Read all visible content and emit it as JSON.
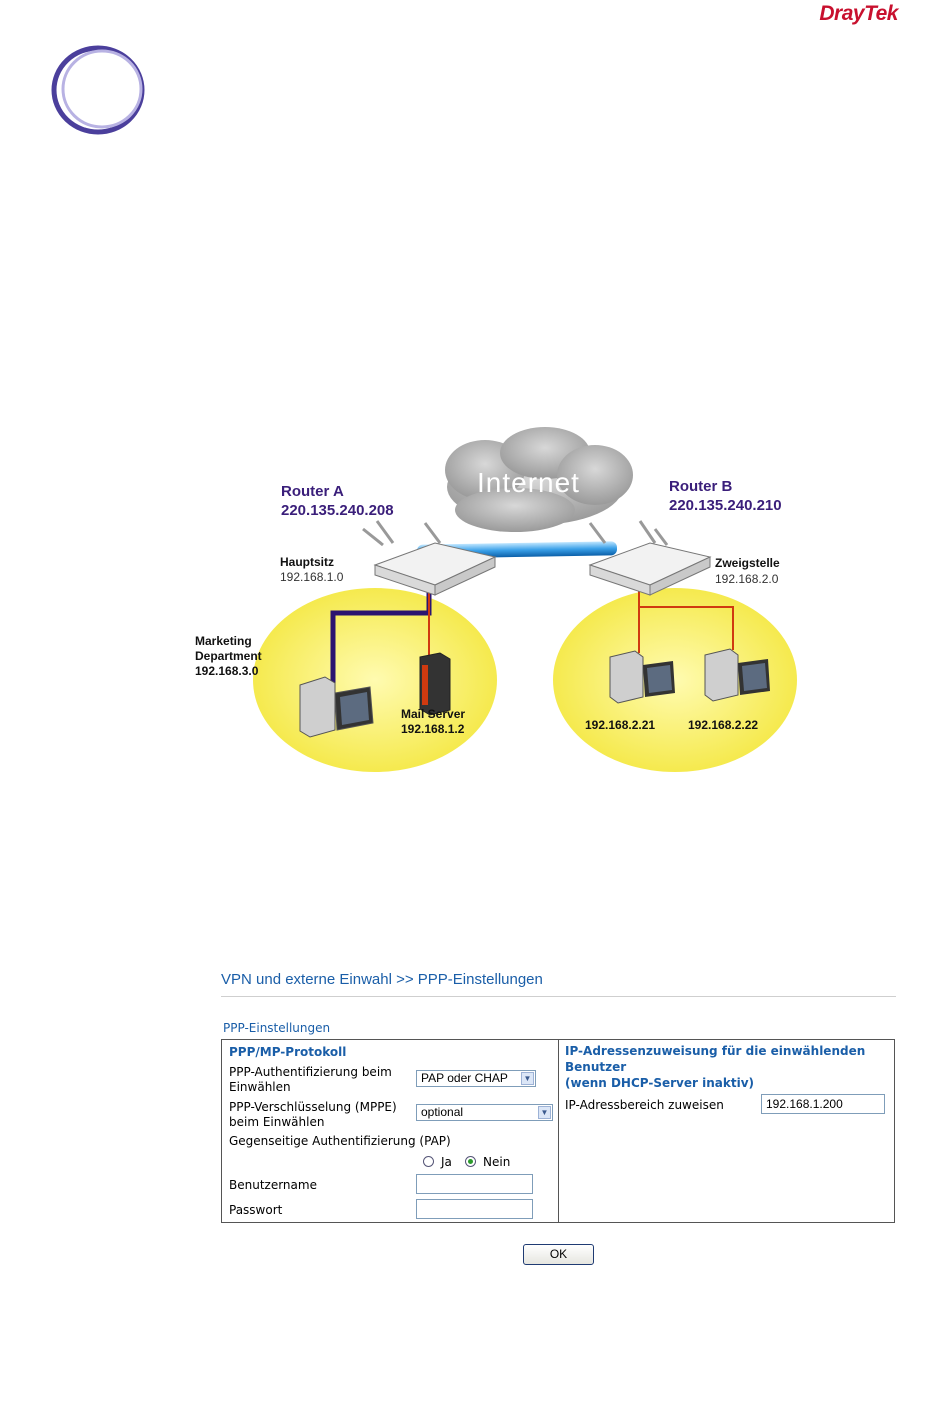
{
  "brand": {
    "logo_part1": "Dray",
    "logo_part2": "Tek",
    "accent_color": "#c8102e"
  },
  "diagram": {
    "cloud_label": "Internet",
    "router_a": {
      "title": "Router A",
      "ip": "220.135.240.208",
      "site": "Hauptsitz",
      "network": "192.168.1.0"
    },
    "router_b": {
      "title": "Router B",
      "ip": "220.135.240.210",
      "site": "Zweigstelle",
      "network": "192.168.2.0"
    },
    "marketing": {
      "line1": "Marketing",
      "line2": "Department",
      "line3": "192.168.3.0"
    },
    "mail_server": {
      "name": "Mail Server",
      "ip": "192.168.1.2"
    },
    "host1": "192.168.2.21",
    "host2": "192.168.2.22"
  },
  "ppp": {
    "page_title": "VPN und externe Einwahl >> PPP-Einstellungen",
    "section_title": "PPP-Einstellungen",
    "left": {
      "header": "PPP/MP-Protokoll",
      "auth_label_1": "PPP-Authentifizierung beim",
      "auth_label_2": "Einwählen",
      "auth_value": "PAP oder CHAP",
      "mppe_label_1": "PPP-Verschlüsselung (MPPE)",
      "mppe_label_2": "beim Einwählen",
      "mppe_value": "optional",
      "mutual_label": "Gegenseitige Authentifizierung (PAP)",
      "radio_yes": "Ja",
      "radio_no": "Nein",
      "radio_selected": "Nein",
      "username_label": "Benutzername",
      "username_value": "",
      "password_label": "Passwort",
      "password_value": ""
    },
    "right": {
      "header_1": "IP-Adressenzuweisung für die einwählenden",
      "header_2": "Benutzer",
      "header_3": "(wenn DHCP-Server inaktiv)",
      "range_label": "IP-Adressbereich zuweisen",
      "range_value": "192.168.1.200"
    },
    "ok_label": "OK"
  }
}
